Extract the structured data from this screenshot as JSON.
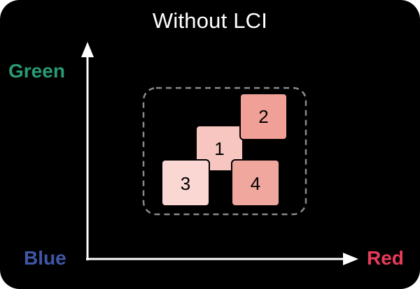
{
  "title": "Without LCI",
  "axes": {
    "vertical": {
      "label": "Green",
      "color": "#2a9a73"
    },
    "origin": {
      "label": "Blue",
      "color": "#3f57a8"
    },
    "horizontal": {
      "label": "Red",
      "color": "#e83b5a"
    }
  },
  "patches": [
    {
      "id": "1",
      "color": "#f8c6c1"
    },
    {
      "id": "2",
      "color": "#f0a097"
    },
    {
      "id": "3",
      "color": "#fad7d2"
    },
    {
      "id": "4",
      "color": "#f0a79e"
    }
  ],
  "colors": {
    "background": "#000000",
    "axis": "#ffffff",
    "group_border": "#8a8a8a"
  }
}
